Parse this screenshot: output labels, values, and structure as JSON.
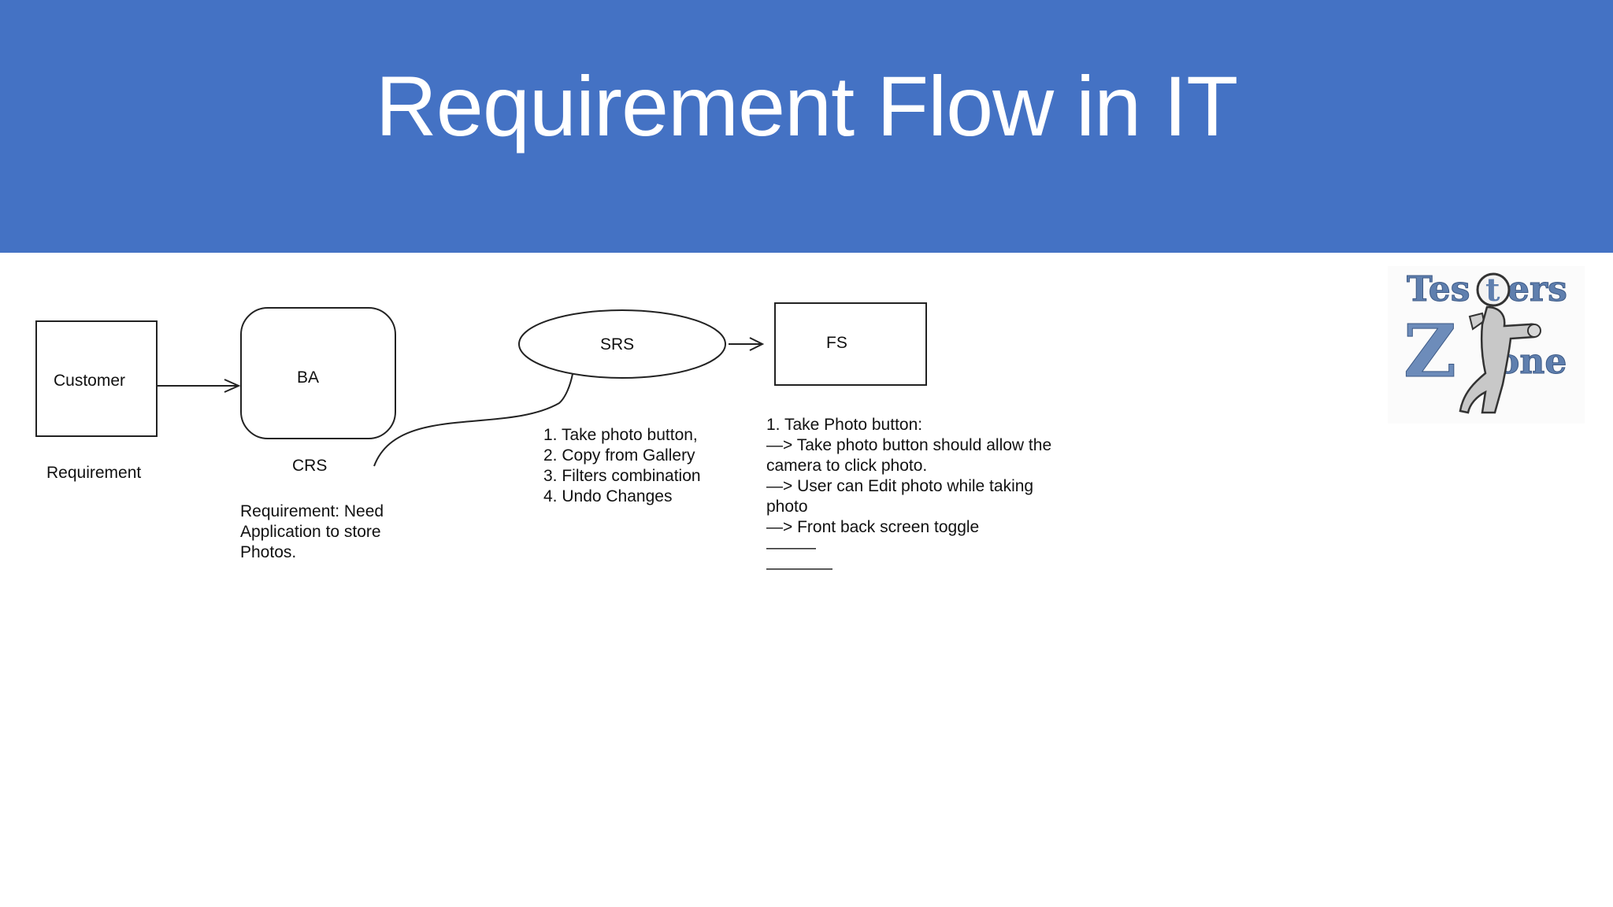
{
  "title": "Requirement Flow in IT",
  "colors": {
    "header": "#4472c4",
    "title_text": "#ffffff",
    "stroke": "#222222",
    "logo_blue": "#5f7fae"
  },
  "nodes": {
    "customer": "Customer",
    "ba": "BA",
    "srs": "SRS",
    "fs": "FS"
  },
  "labels": {
    "requirement": "Requirement",
    "crs": "CRS"
  },
  "crs_note": {
    "lines": [
      "Requirement: Need",
      "Application to store",
      "Photos."
    ]
  },
  "srs_note": {
    "lines": [
      "1. Take photo button,",
      "2. Copy from Gallery",
      "3. Filters combination",
      "4. Undo Changes"
    ]
  },
  "fs_note": {
    "lines": [
      "1. Take Photo button:",
      "—> Take photo button should allow the",
      "camera to click photo.",
      "—> User can Edit photo while taking",
      "photo",
      "—> Front back screen toggle",
      "———",
      "————"
    ]
  },
  "logo": {
    "text_top": "Testers",
    "text_bottom": "Zone",
    "icon": "magnifier-man-icon"
  }
}
